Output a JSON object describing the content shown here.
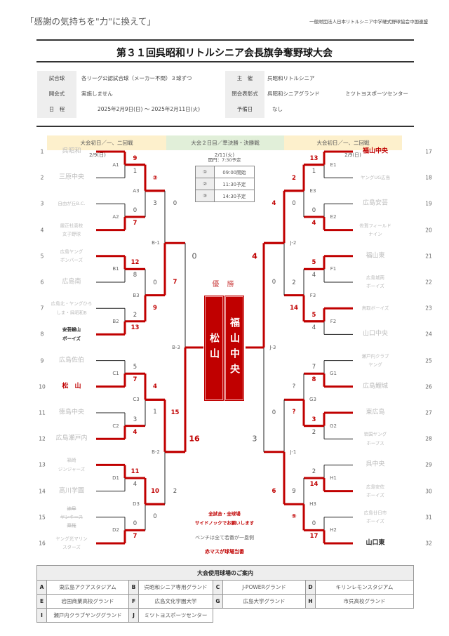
{
  "header": {
    "motto": "「感謝の気持ちを\"力\"に換えて」",
    "organization": "一般財団法人日本リトルシニア中学硬式野球協会中国連盟",
    "title": "第３１回呉昭和リトルシニア会長旗争奪野球大会"
  },
  "info": {
    "ball_label": "試合球",
    "ball_value": "各リーグ公認試合球（メーカー不問）３球ずつ",
    "opening_label": "開会式",
    "opening_value": "実施しません",
    "schedule_label": "日　程",
    "schedule_value": "2025年2月9日(日) ～ 2025年2月11日(火)",
    "host_label": "主　催",
    "host_value": "呉昭和リトルシニア",
    "closing_label": "閉会表彰式",
    "closing_value": "呉昭和シニアグランド",
    "closing_value2": "ミツトヨスポーツセンター",
    "reserve_label": "予備日",
    "reserve_value": "なし"
  },
  "days": [
    {
      "label": "大会初日／一、二回戦",
      "date": "2/9(日)"
    },
    {
      "label": "大会２日目／準決勝・決勝戦",
      "date": "2/11(火)"
    },
    {
      "label": "大会初日／一、二回戦",
      "date": "2/9(日)"
    }
  ],
  "times": {
    "gate": "開門：7:30予定",
    "rows": [
      {
        "no": "①",
        "time": "09:00開始"
      },
      {
        "no": "②",
        "time": "11:30予定"
      },
      {
        "no": "③",
        "time": "14:30予定"
      }
    ]
  },
  "colors": {
    "red": "#c00000",
    "faded": "#bbbbbb",
    "normal": "#222222"
  },
  "left_teams": [
    {
      "seed": "1",
      "name": "呉昭和",
      "color": "#bbbbbb",
      "size": 9
    },
    {
      "seed": "2",
      "name": "三原中央",
      "color": "#bbbbbb",
      "size": 9
    },
    {
      "seed": "3",
      "name": "自由が丘B.C.",
      "color": "#bbbbbb",
      "size": 6.5
    },
    {
      "seed": "4",
      "name": "履正社高校\n女子野球",
      "color": "#bbbbbb",
      "size": 6.5
    },
    {
      "seed": "5",
      "name": "広島ヤング\nボンバーズ",
      "color": "#bbbbbb",
      "size": 6.5
    },
    {
      "seed": "6",
      "name": "広島南",
      "color": "#bbbbbb",
      "size": 9
    },
    {
      "seed": "7",
      "name": "広島北・ヤングひろ\nしま・呉昭和B",
      "color": "#bbbbbb",
      "size": 6.5
    },
    {
      "seed": "8",
      "name": "安芸銀山\nボーイズ",
      "color": "#222222",
      "size": 6.5,
      "bold": true
    },
    {
      "seed": "9",
      "name": "広島佐伯",
      "color": "#bbbbbb",
      "size": 9
    },
    {
      "seed": "10",
      "name": "松　山",
      "color": "#c00000",
      "size": 9,
      "bold": true
    },
    {
      "seed": "11",
      "name": "徳島中央",
      "color": "#bbbbbb",
      "size": 9
    },
    {
      "seed": "12",
      "name": "広島瀬戸内",
      "color": "#bbbbbb",
      "size": 9
    },
    {
      "seed": "13",
      "name": "箱崎\nジンジャーズ",
      "color": "#bbbbbb",
      "size": 6.5
    },
    {
      "seed": "14",
      "name": "高川学園",
      "color": "#bbbbbb",
      "size": 9
    },
    {
      "seed": "15",
      "name": "諫早\nヤンキース\n棄権",
      "color": "#bbbbbb",
      "size": 6.5,
      "struck": true
    },
    {
      "seed": "16",
      "name": "ヤング光マリン\nスターズ",
      "color": "#bbbbbb",
      "size": 6.5
    }
  ],
  "right_teams": [
    {
      "seed": "17",
      "name": "福山中央",
      "color": "#c00000",
      "size": 9,
      "bold": true
    },
    {
      "seed": "18",
      "name": "ヤングUG広島",
      "color": "#bbbbbb",
      "size": 6.5
    },
    {
      "seed": "19",
      "name": "広島安芸",
      "color": "#bbbbbb",
      "size": 9
    },
    {
      "seed": "20",
      "name": "佐賀フィールド\nナイン",
      "color": "#bbbbbb",
      "size": 6.5
    },
    {
      "seed": "21",
      "name": "福山東",
      "color": "#bbbbbb",
      "size": 9
    },
    {
      "seed": "22",
      "name": "広島城南\nボーイズ",
      "color": "#bbbbbb",
      "size": 6.5
    },
    {
      "seed": "23",
      "name": "鳥取ボーイズ",
      "color": "#bbbbbb",
      "size": 6.5
    },
    {
      "seed": "24",
      "name": "山口中央",
      "color": "#bbbbbb",
      "size": 9
    },
    {
      "seed": "25",
      "name": "瀬戸内クラブ\nヤング",
      "color": "#bbbbbb",
      "size": 6.5
    },
    {
      "seed": "26",
      "name": "広島鯉城",
      "color": "#bbbbbb",
      "size": 9
    },
    {
      "seed": "27",
      "name": "東広島",
      "color": "#bbbbbb",
      "size": 9
    },
    {
      "seed": "28",
      "name": "岩国ヤング\nホープス",
      "color": "#bbbbbb",
      "size": 6.5
    },
    {
      "seed": "29",
      "name": "呉中央",
      "color": "#bbbbbb",
      "size": 9
    },
    {
      "seed": "30",
      "name": "広島安佐\nボーイズ",
      "color": "#bbbbbb",
      "size": 6.5
    },
    {
      "seed": "31",
      "name": "広島廿日市\nボーイズ",
      "color": "#bbbbbb",
      "size": 6.5
    },
    {
      "seed": "32",
      "name": "山口東",
      "color": "#222222",
      "size": 9,
      "bold": true
    }
  ],
  "left_rounds": [
    [
      {
        "id": "A1",
        "top": "9",
        "bottom": "1",
        "winner": "top"
      },
      {
        "id": "A2",
        "top": "0",
        "bottom": "7",
        "winner": "bottom"
      },
      {
        "id": "B1",
        "top": "12",
        "bottom": "8",
        "winner": "top"
      },
      {
        "id": "B2",
        "top": "2",
        "bottom": "13",
        "winner": "bottom"
      },
      {
        "id": "C1",
        "top": "5",
        "bottom": "7",
        "winner": "bottom"
      },
      {
        "id": "C2",
        "top": "3",
        "bottom": "4",
        "winner": "bottom"
      },
      {
        "id": "D1",
        "top": "11",
        "bottom": "4",
        "winner": "top"
      },
      {
        "id": "D2",
        "top": "0",
        "bottom": "7",
        "winner": "bottom"
      }
    ],
    [
      {
        "id": "A3",
        "top": "③",
        "bottom": "3",
        "winner": "top"
      },
      {
        "id": "B3",
        "top": "0",
        "bottom": "9",
        "winner": "bottom"
      },
      {
        "id": "C3",
        "top": "4",
        "bottom": "1",
        "winner": "top"
      },
      {
        "id": "D3",
        "top": "10",
        "bottom": "0",
        "winner": "top"
      }
    ],
    [
      {
        "id": "B-1",
        "top": "0",
        "bottom": "7",
        "winner": "bottom"
      },
      {
        "id": "B-2",
        "top": "15",
        "bottom": "2",
        "winner": "top"
      }
    ],
    [
      {
        "id": "B-3",
        "top": "0",
        "bottom": "16",
        "winner": "bottom"
      }
    ]
  ],
  "right_rounds": [
    [
      {
        "id": "E1",
        "top": "13",
        "bottom": "1",
        "winner": "top"
      },
      {
        "id": "E2",
        "top": "0",
        "bottom": "4",
        "winner": "bottom"
      },
      {
        "id": "F1",
        "top": "5",
        "bottom": "4",
        "winner": "top"
      },
      {
        "id": "F2",
        "top": "5",
        "bottom": "4",
        "winner": "top"
      },
      {
        "id": "G1",
        "top": "7",
        "bottom": "8",
        "winner": "bottom"
      },
      {
        "id": "G2",
        "top": "3",
        "bottom": "2",
        "winner": "top"
      },
      {
        "id": "H1",
        "top": "2",
        "bottom": "14",
        "winner": "bottom"
      },
      {
        "id": "H2",
        "top": "0",
        "bottom": "17",
        "winner": "bottom"
      }
    ],
    [
      {
        "id": "E3",
        "top": "2",
        "bottom": "0",
        "winner": "top"
      },
      {
        "id": "F3",
        "top": "2",
        "bottom": "14",
        "winner": "bottom"
      },
      {
        "id": "G3",
        "top": "?",
        "bottom": "?",
        "winner": "bottom"
      },
      {
        "id": "H3",
        "top": "9",
        "bottom": "⑨",
        "winner": "bottom"
      }
    ],
    [
      {
        "id": "J-2",
        "top": "4",
        "bottom": "0",
        "winner": "top"
      },
      {
        "id": "J-1",
        "top": "0",
        "bottom": "6",
        "winner": "bottom"
      }
    ],
    [
      {
        "id": "J-3",
        "top": "4",
        "bottom": "3",
        "winner": "top"
      }
    ]
  ],
  "champion": {
    "label": "優 勝",
    "left_finalist": "松山",
    "right_finalist": "福山中央"
  },
  "notes": {
    "line1": "全試合・全球場",
    "line2": "サイドノックでお願いします",
    "line3": "ベンチは全て若番が一塁側",
    "line4": "赤マスが球場当番"
  },
  "venues": {
    "title": "大会使用球場のご案内",
    "rows": [
      [
        {
          "key": "A",
          "name": "東広島アクアスタジアム"
        },
        {
          "key": "B",
          "name": "呉昭和シニア専用グランド"
        },
        {
          "key": "C",
          "name": "J-POWERグランド"
        },
        {
          "key": "D",
          "name": "キリンレモンスタジアム"
        }
      ],
      [
        {
          "key": "E",
          "name": "岩国商業高校グランド"
        },
        {
          "key": "F",
          "name": "広島文化学園大学"
        },
        {
          "key": "G",
          "name": "広島大学グランド"
        },
        {
          "key": "H",
          "name": "市呉高校グランド"
        }
      ],
      [
        {
          "key": "I",
          "name": "瀬戸内クラブヤンググランド"
        },
        {
          "key": "J",
          "name": "ミツトヨスポーツセンター"
        }
      ]
    ]
  }
}
